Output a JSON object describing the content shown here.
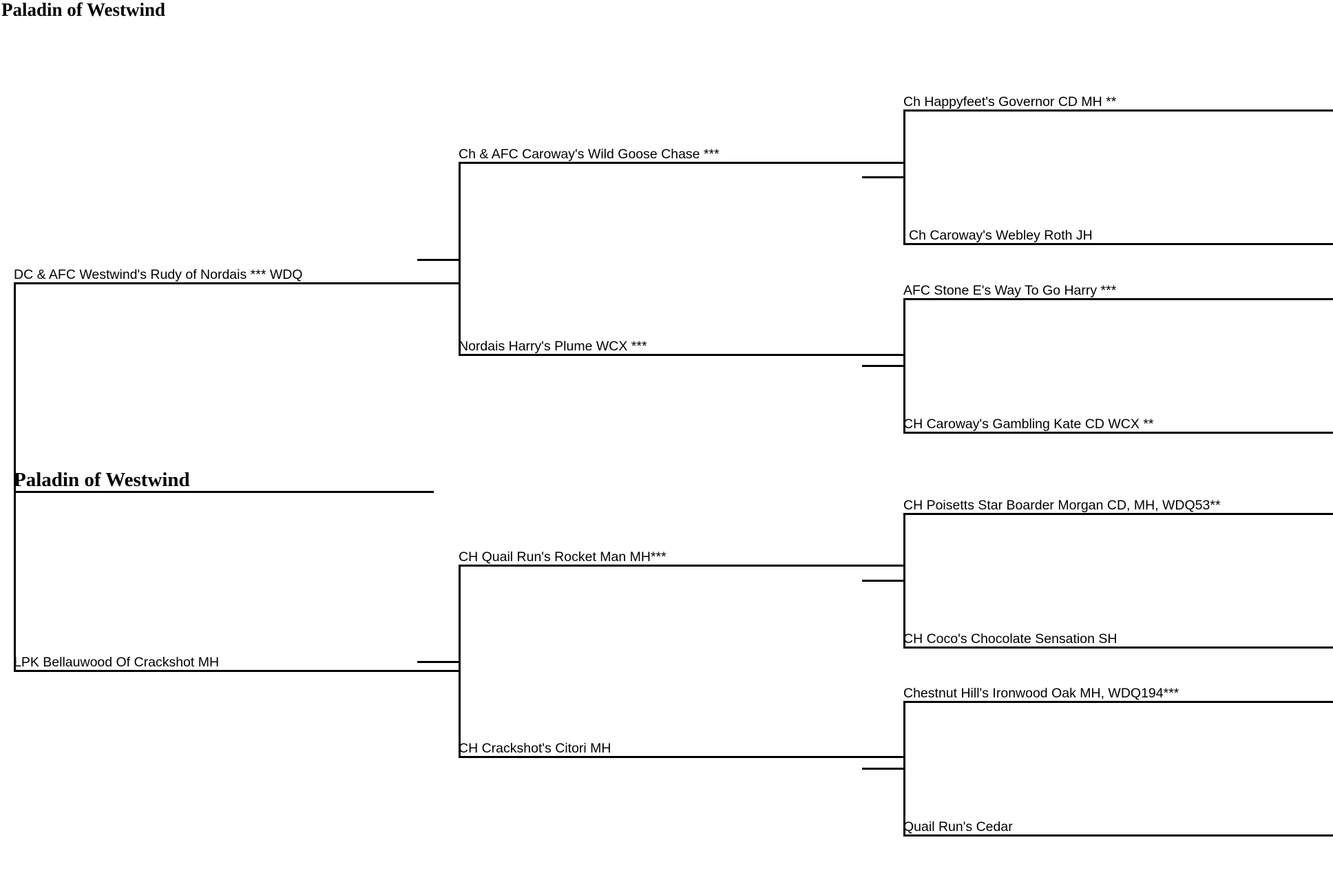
{
  "page": {
    "title": "Paladin of Westwind",
    "document_type": "pedigree-chart",
    "generations": 4
  },
  "subject": {
    "name": "Paladin of Westwind"
  },
  "generation1": {
    "sire": "DC & AFC Westwind's Rudy of Nordais *** WDQ",
    "dam": "LPK Bellauwood Of Crackshot MH"
  },
  "generation2": {
    "sire_sire": "Ch & AFC Caroway's Wild Goose Chase ***",
    "sire_dam": "Nordais Harry's Plume WCX ***",
    "dam_sire": "CH Quail Run's Rocket Man MH***",
    "dam_dam": "CH Crackshot's Citori MH"
  },
  "generation3": {
    "ss_sire": "Ch Happyfeet's Governor CD MH **",
    "ss_dam": "Ch Caroway's Webley Roth JH",
    "sd_sire": "AFC Stone E's Way To Go Harry ***",
    "sd_dam": "CH Caroway's Gambling Kate CD WCX **",
    "ds_sire": "CH Poisetts Star Boarder Morgan CD, MH, WDQ53**",
    "ds_dam": "CH Coco's Chocolate Sensation SH",
    "dd_sire": "Chestnut Hill's Ironwood Oak MH, WDQ194***",
    "dd_dam": "Quail Run's Cedar"
  },
  "colors": {
    "ink": "#000000",
    "paper": "#ffffff"
  }
}
